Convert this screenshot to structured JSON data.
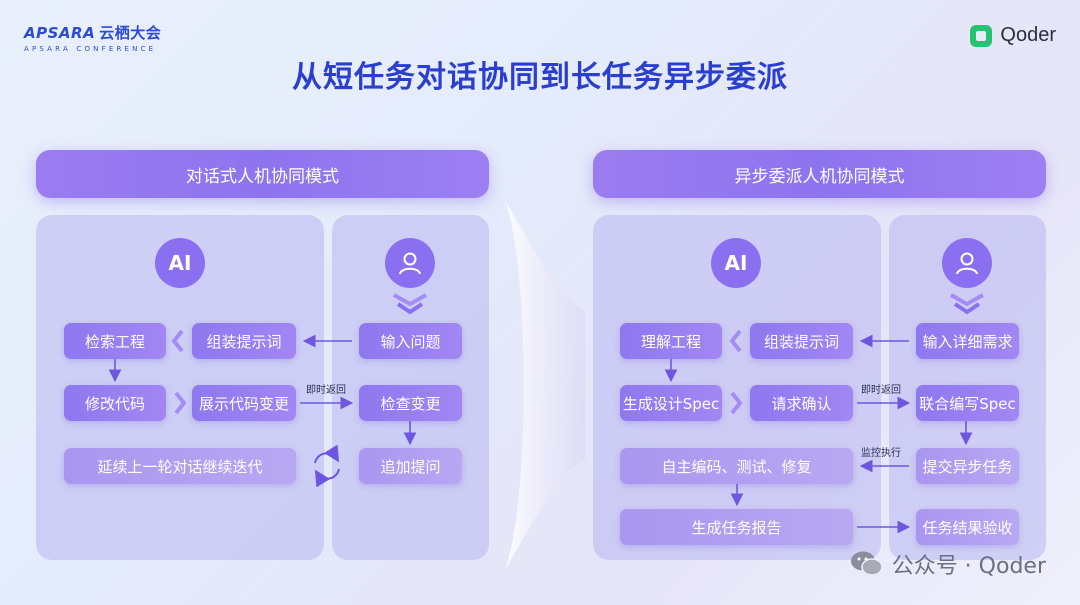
{
  "header": {
    "logo_left": "APSARA",
    "logo_left_cn": "云栖大会",
    "logo_left_sub": "APSARA CONFERENCE",
    "logo_right": "Qoder",
    "title": "从短任务对话协同到长任务异步委派"
  },
  "left": {
    "heading": "对话式人机协同模式",
    "ai_label": "AI",
    "nodes": {
      "search_engineering": "检索工程",
      "assemble_prompt": "组装提示词",
      "input_question": "输入问题",
      "modify_code": "修改代码",
      "show_code_change": "展示代码变更",
      "check_change": "检查变更",
      "continue_dialog": "延续上一轮对话继续迭代",
      "add_question": "追加提问"
    },
    "labels": {
      "instant_return": "即时返回"
    }
  },
  "right": {
    "heading": "异步委派人机协同模式",
    "ai_label": "AI",
    "nodes": {
      "understand_engineering": "理解工程",
      "assemble_prompt": "组装提示词",
      "input_detail": "输入详细需求",
      "generate_spec": "生成设计Spec",
      "request_confirm": "请求确认",
      "co_write_spec": "联合编写Spec",
      "auto_code": "自主编码、测试、修复",
      "submit_async": "提交异步任务",
      "gen_report": "生成任务报告",
      "accept_result": "任务结果验收"
    },
    "labels": {
      "instant_return": "即时返回",
      "monitor_exec": "监控执行"
    }
  },
  "watermark": {
    "text": "公众号 · Qoder"
  },
  "colors": {
    "title": "#2a3fd0",
    "node": "#8e78f0",
    "panel": "#b8b6f0",
    "arrow": "#6e56e0"
  }
}
